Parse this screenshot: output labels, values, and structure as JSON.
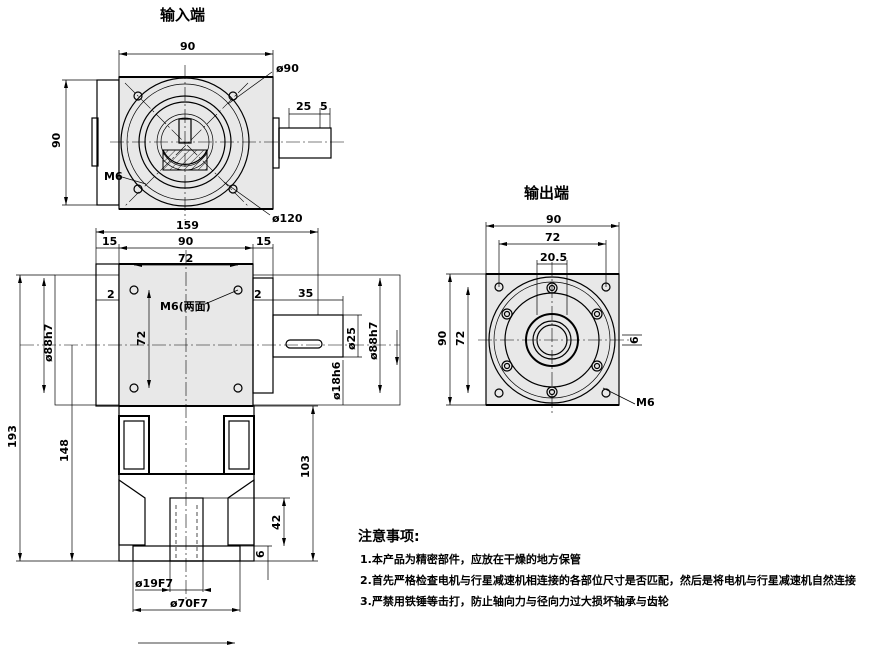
{
  "titles": {
    "input": "输入端",
    "output": "输出端"
  },
  "dims": {
    "d90_top": "90",
    "d90_side": "90",
    "phi90": "ø90",
    "phi120": "ø120",
    "d25": "25",
    "d5": "5",
    "m6_top": "M6",
    "d159": "159",
    "d15a": "15",
    "d90_mid": "90",
    "d15b": "15",
    "d72_mid": "72",
    "d2a": "2",
    "m6_both": "M6(两面)",
    "d2b": "2",
    "d35": "35",
    "phi88h7_l": "ø88h7",
    "d72_v": "72",
    "phi25": "ø25",
    "phi88h7_r": "ø88h7",
    "phi18h6": "ø18h6",
    "d193": "193",
    "d148": "148",
    "d103": "103",
    "d42": "42",
    "d6_b": "6",
    "phi19f7": "ø19F7",
    "phi70f7": "ø70F7",
    "o_d90": "90",
    "o_d72": "72",
    "o_d205": "20.5",
    "o_d90v": "90",
    "o_d72v": "72",
    "o_d6": "6",
    "o_m6": "M6"
  },
  "notes": {
    "title": "注意事项:",
    "items": [
      "1.本产品为精密部件，应放在干燥的地方保管",
      "2.首先严格检查电机与行星减速机相连接的各部位尺寸是否匹配，然后是将电机与行星减速机自然连接",
      "3.严禁用铁锤等击打，防止轴向力与径向力过大损坏轴承与齿轮"
    ]
  }
}
